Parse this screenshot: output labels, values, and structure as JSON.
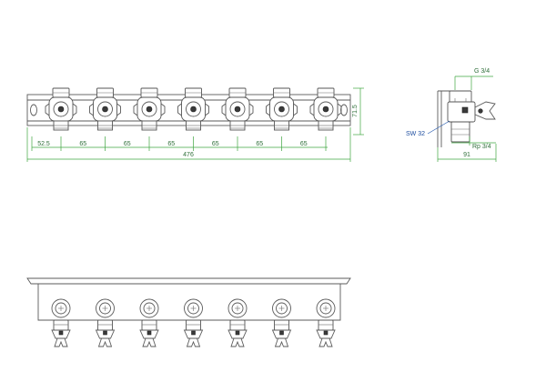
{
  "front_view": {
    "valve_count": 7,
    "dims": {
      "first_offset": "52.5",
      "pitches": [
        "65",
        "65",
        "65",
        "65",
        "65",
        "65"
      ],
      "total_length": "476",
      "height": "71.5"
    }
  },
  "side_view": {
    "thread_top": "G 3/4",
    "wrench": "SW 32",
    "thread_bottom": "Rp 3/4",
    "depth": "91"
  },
  "colors": {
    "outline": "#5b5b5b",
    "dimension": "#3fa640",
    "callout": "#2a5db0"
  }
}
